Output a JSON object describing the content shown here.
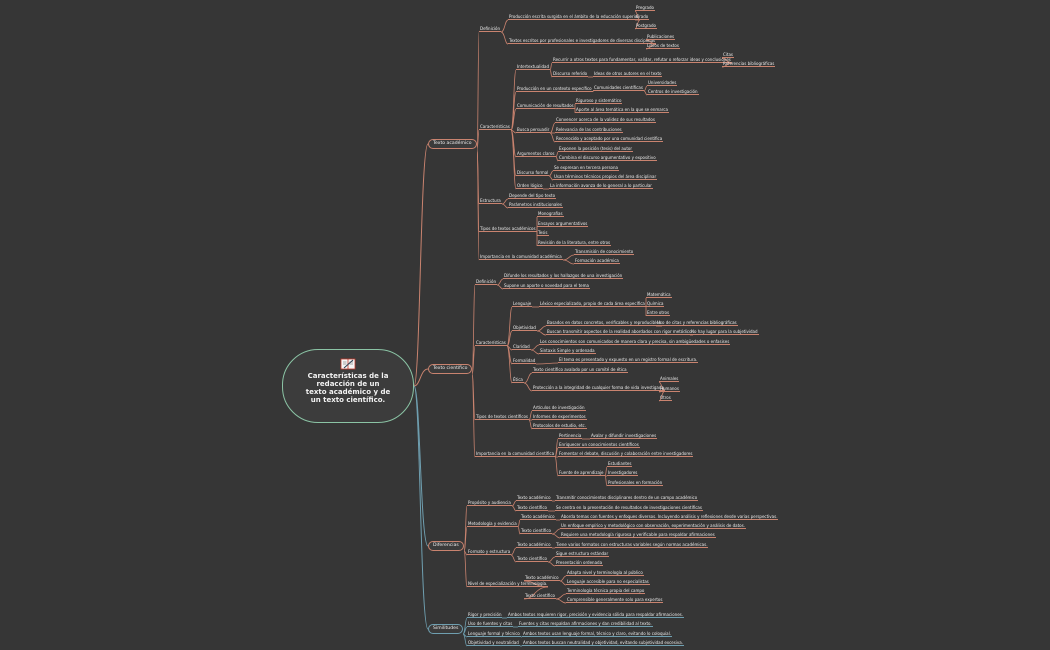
{
  "root": {
    "title": "Características de la redacción de un texto académico y de un texto científico.",
    "icon": "open-book-icon"
  },
  "colors": {
    "background": "#363636",
    "branch": "#c9836f",
    "branch_alt": "#6f9fb0",
    "root_border": "#8bc4a5",
    "text": "#ececec"
  },
  "branches": {
    "texto_academico": {
      "label": "Texto académico",
      "definicion": {
        "label": "Definición",
        "produccion": {
          "label": "Producción escrita surgida en el ámbito de la educación superior",
          "items": [
            "Pregrado",
            "Grado",
            "Postgrado"
          ]
        },
        "textos": {
          "label": "Textos escritos por profesionales e investigadores de diversas disciplinas",
          "items": [
            "Publicaciones",
            "Libros de textos"
          ]
        }
      },
      "caracteristicas": {
        "label": "Características",
        "intertextualidad": {
          "label": "Intertextualidad",
          "text": "Recurrir a otros textos para fundamentar, validar, refutar o reforzar ideas y conclusiones",
          "items": [
            "Citas",
            "Referencias bibliográficas"
          ]
        },
        "discurso_referido": {
          "label": "Discurso referido",
          "text": "Ideas de otros autores en el texto"
        },
        "produccion_contexto": {
          "label": "Producción en un contexto específico",
          "text": "Comunidades científicas",
          "items": [
            "Universidades",
            "Centros de investigación"
          ]
        },
        "comunicacion": {
          "label": "Comunicación de resultados",
          "items": [
            "Riguroso y sistemático",
            "Aporte al área temática en la que se enmarca"
          ]
        },
        "busca_persuadir": {
          "label": "Busca persuadir",
          "items": [
            "Convencer acerca de la validez de sus resultados",
            "Relevancia de las contribuciones",
            "Reconocido y aceptado por una comunidad científica"
          ]
        },
        "argumentos": {
          "label": "Argumentos claros",
          "items": [
            "Exponen la posición (tesis) del autor",
            "Combina el discurso argumentativo y expositivo"
          ]
        },
        "discurso_formal": {
          "label": "Discurso formal",
          "items": [
            "Se expresan en tercera persona",
            "Usan términos técnicos propios del área disciplinar"
          ]
        },
        "orden_logico": {
          "label": "Orden lógico",
          "text": "La información avanza de lo general a lo particular"
        }
      },
      "estructura": {
        "label": "Estructura",
        "items": [
          "Depende del tipo texto",
          "Parámetros institucionales"
        ]
      },
      "tipos": {
        "label": "Tipos de textos académicos",
        "items": [
          "Monografías",
          "Ensayos argumentativos",
          "Tesis",
          "Revisión de la literatura, entre otros"
        ]
      },
      "importancia": {
        "label": "Importancia en la comunidad académica",
        "items": [
          "Transmisión de conocimiento",
          "Formación académica"
        ]
      }
    },
    "texto_cientifico": {
      "label": "Texto científico",
      "definicion": {
        "label": "Definición",
        "items": [
          "Difunde los resultados y los hallazgos de una investigación",
          "Supone un aporte o novedad para el tema"
        ]
      },
      "caracteristicas": {
        "label": "Características",
        "lenguaje": {
          "label": "Lenguaje",
          "text": "Léxico especializado, propio de cada área específica",
          "items": [
            "Matemática",
            "Química",
            "Entre otros"
          ]
        },
        "objetividad": {
          "label": "Objetividad",
          "text1": "Basados en datos concretos, verificables y reproducibles",
          "sub1": "Uso de citas y referencias bibliográficas",
          "text2": "Buscan transmitir aspectos de la realidad abordados con rigor metódico",
          "sub2": "No hay lugar para la subjetividad"
        },
        "claridad": {
          "label": "Claridad",
          "items": [
            "Los conocimientos son comunicados de manera clara y precisa, sin ambigüedades o enfasises",
            "Sintaxis Simple y ordenada"
          ]
        },
        "formalidad": {
          "label": "Formalidad",
          "text": "El tema es presentado y expuesto en un registro formal de escritura."
        },
        "etica": {
          "label": "Ética",
          "text1": "Texto científico avalado por un comité de ética",
          "text2": "Protección a la integridad de cualquier forma de vida investigada",
          "items": [
            "Animales",
            "Humanos",
            "Otros"
          ]
        }
      },
      "tipos": {
        "label": "Tipos de textos científicos",
        "items": [
          "Artículos de investigación",
          "Informes de experimentos",
          "Protocolos de estudio, etc."
        ]
      },
      "importancia": {
        "label": "Importancia en la comunidad científica",
        "pertinencia": {
          "label": "Pertinencia",
          "text": "Avalar y difundir investigaciones"
        },
        "items": [
          "Enriquecer un conocimientos científicos",
          "Fomentar el debate, discusión y colaboración entre investigadores"
        ],
        "fuente": {
          "label": "Fuente de aprendizaje",
          "items": [
            "Estudiantes",
            "Investigadores",
            "Profesionales en formación"
          ]
        }
      }
    },
    "diferencias": {
      "label": "Diferencias",
      "texto_academico": "Texto académico",
      "texto_cientifico": "Texto científico",
      "proposito": {
        "label": "Propósito y audiencia",
        "academico": "Transmitir conocimientos disciplinares dentro de un campo académico",
        "cientifico": "Se centra en la presentación de resultados de investigaciones científicas"
      },
      "metodologia": {
        "label": "Metodología y evidencia",
        "academico": "Aborda temas con fuentes y enfoques diversos. Incluyendo análisis y reflexiones desde varias perspectivas.",
        "cientifico1": "Un enfoque empírico y metodológico con observación, experimentación y análisis de datos.",
        "cientifico2": "Requiere una metodología rigurosa y verificable para respaldar afirmaciones"
      },
      "formato": {
        "label": "Formato y estructura",
        "academico": "Tiene varios formatos con estructuras variables según normas académicas.",
        "cientifico1": "Sigue estructura estándar",
        "cientifico2": "Presentación ordenada"
      },
      "nivel": {
        "label": "Nivel de especialización y terminología.",
        "academico": [
          "Adapta nivel y terminología al público",
          "Lenguaje accesible para no especialistas"
        ],
        "cientifico": [
          "Terminología técnica propia del campo",
          "Comprensible generalmente solo para expertos"
        ]
      }
    },
    "similitudes": {
      "label": "Similitudes",
      "rigor": {
        "label": "Rigor y precisión",
        "text": "Ambos textos requieren rigor, precisión y evidencia sólida para respaldar afirmaciones."
      },
      "fuentes": {
        "label": "Uso de fuentes y citas",
        "text": "Fuentes y citas respaldan afirmaciones y dan credibilidad al texto."
      },
      "lenguaje": {
        "label": "Lenguaje formal y técnico",
        "text": "Ambos textos usan lenguaje formal, técnico y claro, evitando lo coloquial."
      },
      "objetividad": {
        "label": "Objetividad y neutralidad",
        "text": "Ambos textos buscan neutralidad y objetividad, evitando subjetividad excesiva."
      }
    }
  }
}
